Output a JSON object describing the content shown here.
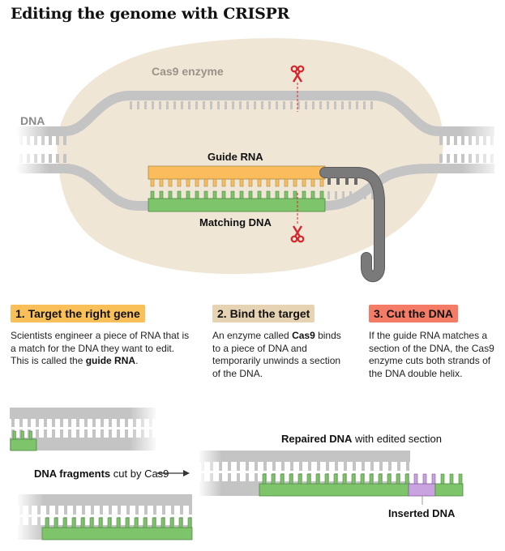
{
  "title": "Editing the genome with CRISPR",
  "diagram": {
    "labels": {
      "enzyme": "Cas9 enzyme",
      "dna": "DNA",
      "guide_rna": "Guide RNA",
      "matching_dna": "Matching DNA"
    },
    "icons": [
      "scissors-icon",
      "scissors-icon"
    ]
  },
  "steps": [
    {
      "badge": "1. Target the right gene",
      "color": "#f9c05a",
      "text_parts": [
        "Scientists engineer a piece of RNA that is a match for the DNA they want to edit. This is called the ",
        "guide RNA",
        "."
      ]
    },
    {
      "badge": "2. Bind the target",
      "color": "#e6d3b3",
      "text_parts": [
        "An enzyme called ",
        "Cas9",
        " binds to a piece of DNA and temporarily unwinds a section of the DNA."
      ]
    },
    {
      "badge": "3. Cut the DNA",
      "color": "#f47c66",
      "text_parts": [
        "If the guide RNA matches a section of the DNA, the Cas9 enzyme cuts both strands of the DNA double helix."
      ]
    }
  ],
  "bottom": {
    "fragments_bold": "DNA fragments",
    "fragments_rest": " cut by Cas9",
    "repaired_bold": "Repaired DNA",
    "repaired_rest": " with edited section",
    "inserted": "Inserted DNA"
  },
  "colors": {
    "enzyme": "#efe6d6",
    "dna_backbone": "#c4c4c4",
    "guide_rna": "#fbbd5c",
    "matching_dna": "#7dc46a",
    "rna_tail": "#7a7a7a",
    "inserted_dna": "#c9a3e0",
    "scissors": "#d7262b"
  }
}
